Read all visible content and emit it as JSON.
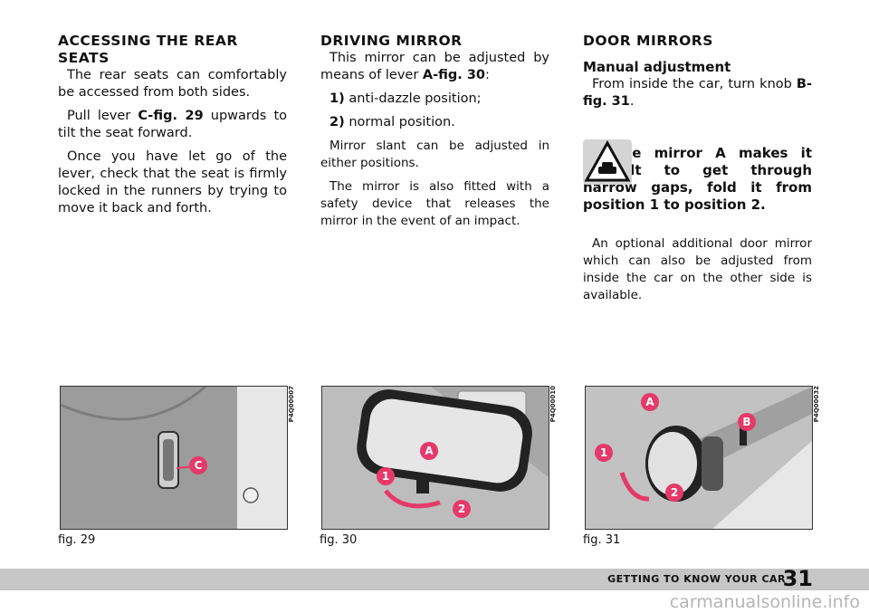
{
  "col1": {
    "heading": "ACCESSING THE REAR SEATS",
    "p1": "The rear seats can comfortably be accessed from both sides.",
    "p2_a": "Pull lever ",
    "p2_ref": "C-fig. 29",
    "p2_b": " upwards to tilt the seat forward.",
    "p3": "Once you have let go of the lever, check that the seat is firmly locked in the runners by trying to move it back and forth."
  },
  "col2": {
    "heading": "DRIVING MIRROR",
    "p1_a": "This mirror can be adjusted by means of lever ",
    "p1_ref": "A-fig. 30",
    "p1_b": ":",
    "item1_num": "1)",
    "item1_text": " anti-dazzle position;",
    "item2_num": "2)",
    "item2_text": " normal position.",
    "p2": "Mirror slant can be adjusted in either positions.",
    "p3": "The mirror is also fitted with a safety device that releases the mirror in the event of an impact."
  },
  "col3": {
    "heading": "DOOR MIRRORS",
    "subheading": "Manual adjustment",
    "p1_a": "From inside the car, turn knob ",
    "p1_ref": "B-fig. 31",
    "p1_b": ".",
    "warning": "If the mirror A makes it difficult to get through narrow gaps, fold it from position 1 to position 2.",
    "p2": "An optional additional door mirror which can also be adjusted from inside the car on the other side is available."
  },
  "figures": [
    {
      "caption": "fig. 29",
      "code": "P4Q00007",
      "callouts": [
        "C"
      ]
    },
    {
      "caption": "fig. 30",
      "code": "P4Q00010",
      "callouts": [
        "A",
        "1",
        "2"
      ]
    },
    {
      "caption": "fig. 31",
      "code": "P4Q00032",
      "callouts": [
        "A",
        "B",
        "1",
        "2"
      ]
    }
  ],
  "footer": {
    "section": "GETTING TO KNOW YOUR CAR",
    "page": "31"
  },
  "watermark": "carmanualsonline.info",
  "colors": {
    "callout": "#e5396b",
    "footer_bar": "#c6c6c6"
  }
}
